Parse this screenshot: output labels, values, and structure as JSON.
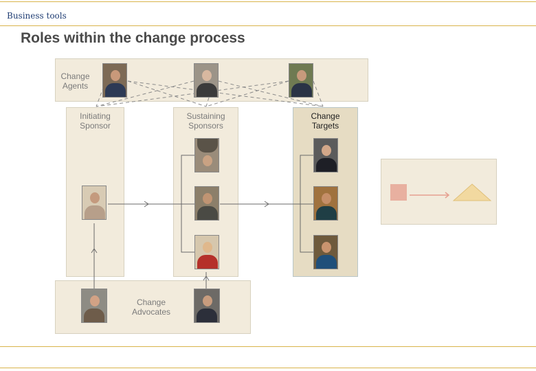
{
  "header": {
    "label": "Business tools"
  },
  "title": "Roles within the change process",
  "roles": {
    "change_agents": "Change\nAgents",
    "initiating_sponsor": "Initiating\nSponsor",
    "sustaining_sponsors": "Sustaining\nSponsors",
    "change_targets": "Change\nTargets",
    "change_advocates": "Change\nAdvocates"
  },
  "colors": {
    "panel": "#f2ebdc",
    "panel_highlight": "#e6dcc3",
    "accent_rule": "#d9b34a",
    "title": "#4a4a4a",
    "header_text": "#1f3d73"
  }
}
